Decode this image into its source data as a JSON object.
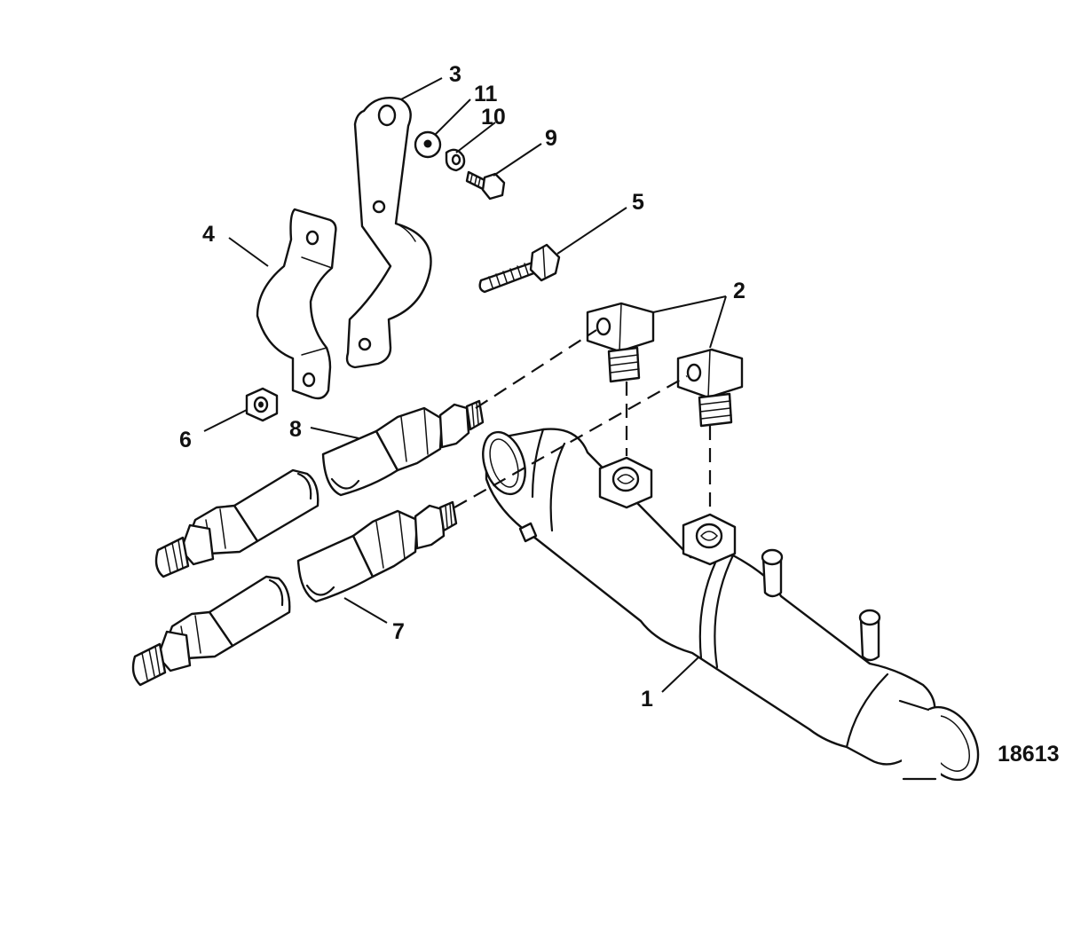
{
  "figure_id": "18613",
  "callouts": {
    "c1": "1",
    "c2": "2",
    "c3": "3",
    "c4": "4",
    "c5": "5",
    "c6": "6",
    "c7": "7",
    "c8": "8",
    "c9": "9",
    "c10": "10",
    "c11": "11"
  }
}
